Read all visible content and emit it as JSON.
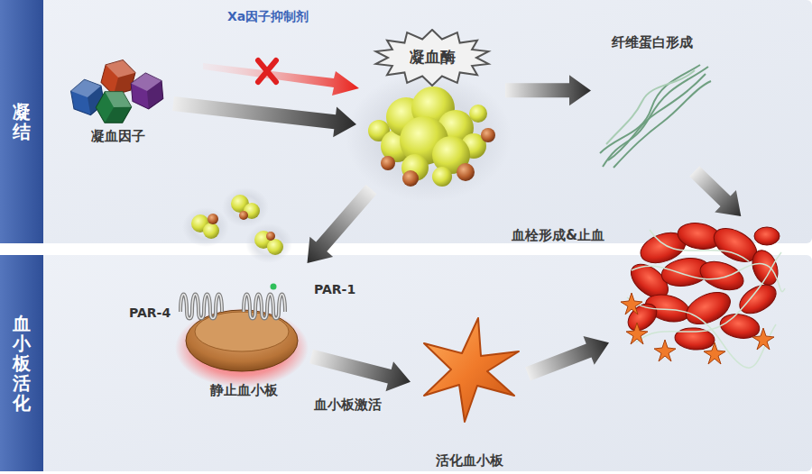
{
  "diagram": {
    "nodes": [
      {
        "text": [
          "凝结"
        ]
      },
      {
        "text": [
          "凝血因子"
        ],
        "in": 0
      },
      {
        "text": [
          "凝血酶"
        ],
        "in": 0
      },
      {
        "text": [
          "纤维蛋白形成"
        ],
        "in": 0
      },
      {
        "text": [
          "血栓形成&止血"
        ]
      },
      {
        "text": [
          "血小板活化"
        ]
      },
      {
        "text": [
          "静止血小板"
        ],
        "in": 5
      },
      {
        "text": [
          "活化血小板"
        ],
        "in": 5
      }
    ],
    "edges": [
      {
        "from": 1,
        "to": 2,
        "arrow": "to"
      },
      {
        "from": 2,
        "to": 3,
        "arrow": "to"
      },
      {
        "from": 3,
        "to": 4,
        "arrow": "to"
      },
      {
        "from": 2,
        "to": 6,
        "arrow": "to"
      },
      {
        "from": 6,
        "to": 7,
        "arrow": "to",
        "label": "血小板激活"
      },
      {
        "from": 7,
        "to": 4,
        "arrow": "to"
      }
    ],
    "labels": [
      "Xa因子抑制剂",
      "PAR-4",
      "PAR-1"
    ]
  }
}
